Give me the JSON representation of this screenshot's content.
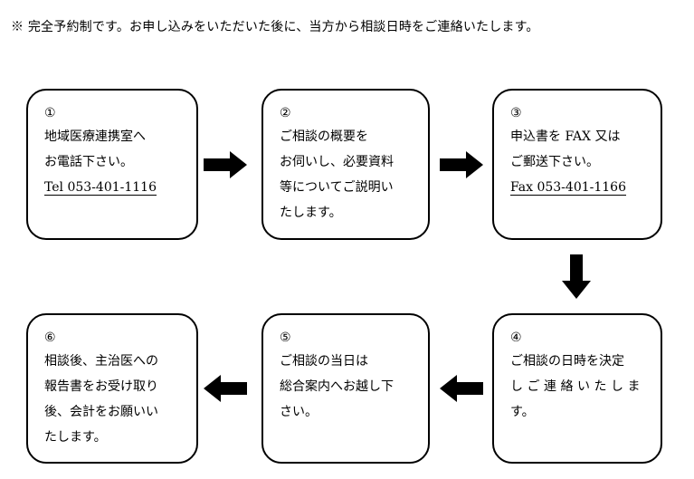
{
  "notice": "※ 完全予約制です。お申し込みをいただいた後に、当方から相談日時をご連絡いたします。",
  "steps": [
    {
      "number": "①",
      "lines": [
        "地域医療連携室へ",
        "お電話下さい。"
      ],
      "contact": "Tel 053-401-1116"
    },
    {
      "number": "②",
      "lines": [
        "ご相談の概要を",
        "お伺いし、必要資料",
        "等についてご説明い",
        "たします。"
      ]
    },
    {
      "number": "③",
      "lines": [
        "申込書を FAX 又は",
        "ご郵送下さい。"
      ],
      "contact": "Fax 053-401-1166"
    },
    {
      "number": "④",
      "lines": [
        "ご相談の日時を決定",
        "しご連絡いたしま",
        "す。"
      ]
    },
    {
      "number": "⑤",
      "lines": [
        "ご相談の当日は",
        "総合案内へお越し下",
        "さい。"
      ]
    },
    {
      "number": "⑥",
      "lines": [
        "相談後、主治医への",
        "報告書をお受け取り",
        "後、会計をお願いい",
        "たします。"
      ]
    }
  ]
}
